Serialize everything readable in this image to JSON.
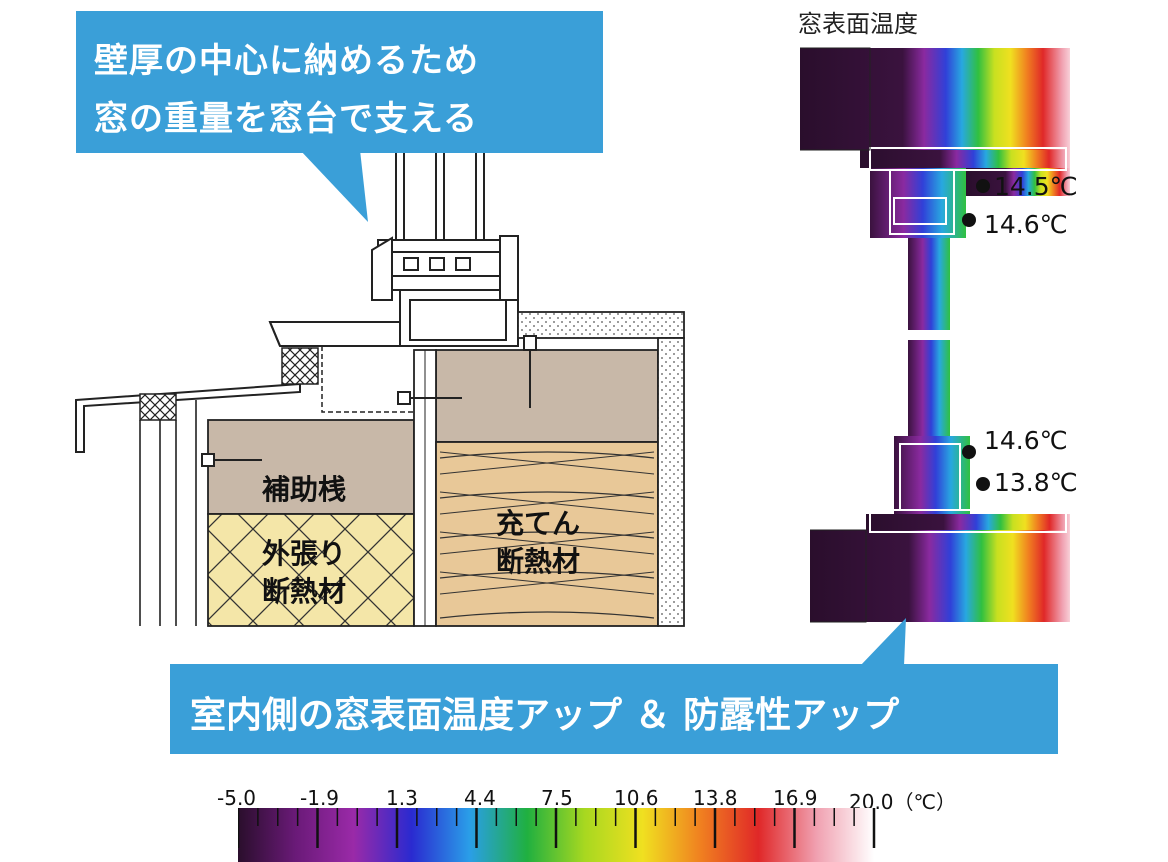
{
  "callout_top": {
    "lines": [
      "壁厚の中心に納めるため",
      "窓の重量を窓台で支える"
    ]
  },
  "callout_bottom": {
    "text": "室内側の窓表面温度アップ ＆ 防露性アップ"
  },
  "section_labels": {
    "furring": "補助桟",
    "exterior_insulation": [
      "外張り",
      "断熱材"
    ],
    "fill_insulation": [
      "充てん",
      "断熱材"
    ]
  },
  "thermography": {
    "title": "窓表面温度",
    "readings": [
      "14.5℃",
      "14.6℃",
      "14.6℃",
      "13.8℃"
    ]
  },
  "color_scale": {
    "ticks": [
      "-5.0",
      "-1.9",
      "1.3",
      "4.4",
      "7.5",
      "10.6",
      "13.8",
      "16.9",
      "20.0（℃）"
    ],
    "colors": [
      "#2a0e2c",
      "#6a1a78",
      "#9a2aa8",
      "#2a2ad0",
      "#2a9ee8",
      "#20b040",
      "#a8d820",
      "#f0e020",
      "#f08020",
      "#e02828",
      "#f0a0b0",
      "#ffffff"
    ]
  }
}
